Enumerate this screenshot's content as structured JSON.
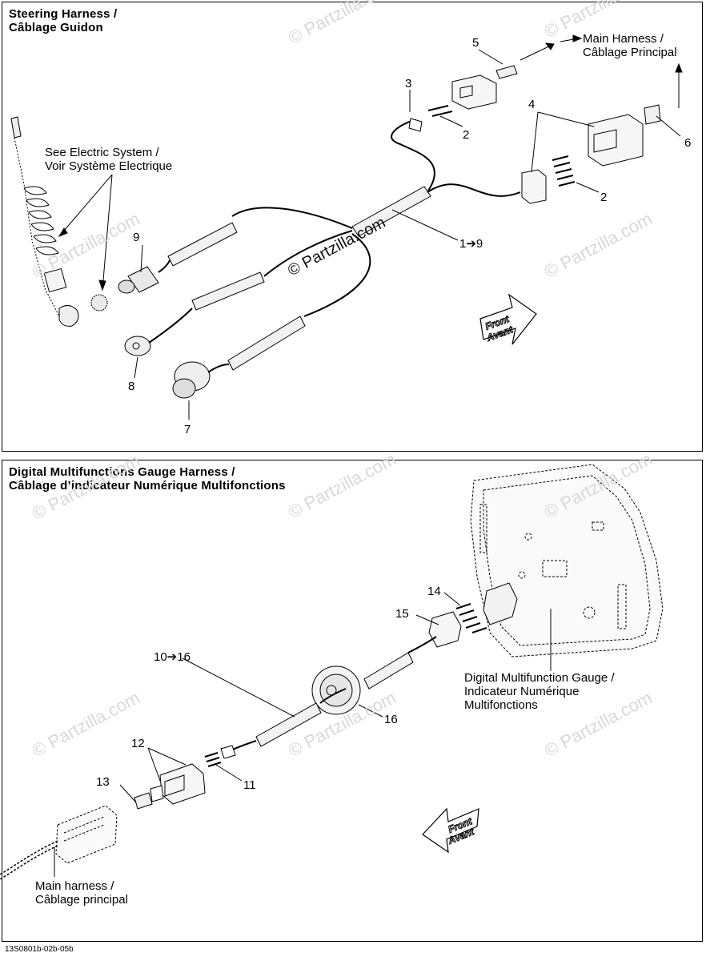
{
  "top_panel": {
    "title_line1": "Steering Harness /",
    "title_line2": "Câblage Guidon",
    "see_electric_line1": "See Electric System /",
    "see_electric_line2": "Voir Système Electrique",
    "main_harness_line1": "Main Harness  /",
    "main_harness_line2": "Câblage Principal",
    "front_arrow_line1": "Front",
    "front_arrow_line2": "Avant",
    "callouts": {
      "c5": "5",
      "c3": "3",
      "c2a": "2",
      "c4": "4",
      "c6": "6",
      "c2b": "2",
      "c1to9": "1➔9",
      "c9": "9",
      "c8": "8",
      "c7": "7"
    }
  },
  "bottom_panel": {
    "title_line1": "Digital Multifunctions Gauge Harness /",
    "title_line2": "Câblage d’indicateur Numérique Multifonctions",
    "gauge_line1": "Digital Multifunction Gauge /",
    "gauge_line2": "Indicateur Numérique",
    "gauge_line3": "Multifonctions",
    "main_harness_line1": "Main harness /",
    "main_harness_line2": "Câblage principal",
    "front_arrow_line1": "Front",
    "front_arrow_line2": "Avant",
    "callouts": {
      "c14": "14",
      "c15": "15",
      "c10to16": "10➔16",
      "c16": "16",
      "c12": "12",
      "c13": "13",
      "c11": "11"
    }
  },
  "watermark": "© Partzilla.com",
  "footer_code": "13S0801b-02b-05b"
}
